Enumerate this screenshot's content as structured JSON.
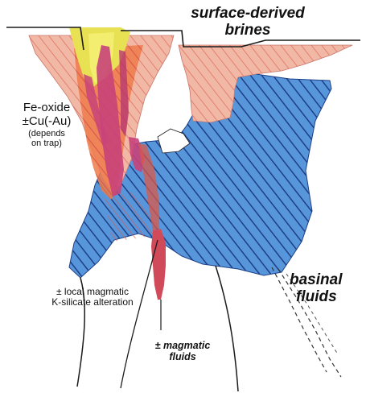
{
  "labels": {
    "surface_line1": "surface-derived",
    "surface_line2": "brines",
    "fe_line1": "Fe-oxide",
    "fe_line2": "±Cu(-Au)",
    "fe_line3": "(depends",
    "fe_line4": "on trap)",
    "basinal_line1": "basinal",
    "basinal_line2": "fluids",
    "localmag_line1": "± local magmatic",
    "localmag_line2": "K-silicate alteration",
    "magfluids_line1": "± magmatic",
    "magfluids_line2": "fluids"
  },
  "colors": {
    "basinal_blue": "#4f8fd8",
    "hatch_dark_blue": "#1d3f86",
    "brine_pink": "#f2b8a6",
    "hatch_red": "#d9584a",
    "magmatic_magenta": "#c8437a",
    "ore_yellow": "#e8e154",
    "ore_orange": "#ee7a4a",
    "line_black": "#1a1a1a"
  }
}
